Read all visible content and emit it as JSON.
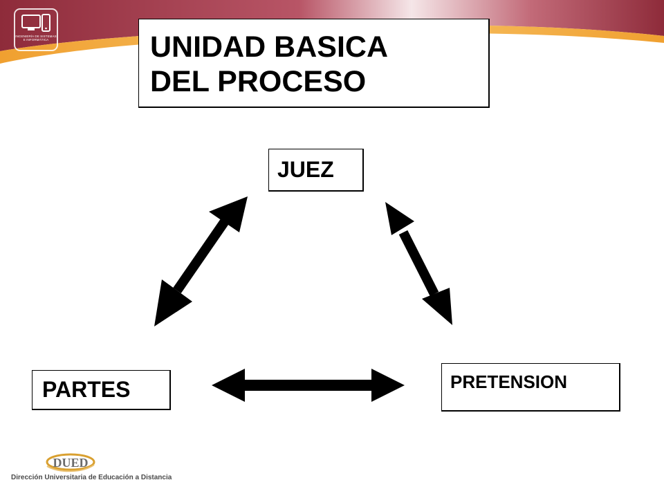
{
  "colors": {
    "banner_dark": "#8e2b3a",
    "banner_light": "#f5e6e8",
    "swoosh_orange": "#f0a030",
    "arrow": "#000000",
    "logo_gold": "#d9a030",
    "logo_text": "#6b6b6b"
  },
  "header": {
    "badge_icon": "devices-icon",
    "badge_lines": [
      "INGENIERÍA DE SISTEMAS",
      "E INFORMÁTICA"
    ]
  },
  "title": {
    "line1": "UNIDAD BASICA",
    "line2": "DEL PROCESO"
  },
  "nodes": {
    "juez": "JUEZ",
    "partes": "PARTES",
    "pretension": "PRETENSION"
  },
  "connections": [
    {
      "from": "juez",
      "to": "partes",
      "type": "double-arrow"
    },
    {
      "from": "juez",
      "to": "pretension",
      "type": "double-arrow"
    },
    {
      "from": "partes",
      "to": "pretension",
      "type": "double-arrow"
    }
  ],
  "footer": {
    "logo_text": "DUED",
    "org_name": "Dirección Universitaria de Educación a Distancia"
  }
}
